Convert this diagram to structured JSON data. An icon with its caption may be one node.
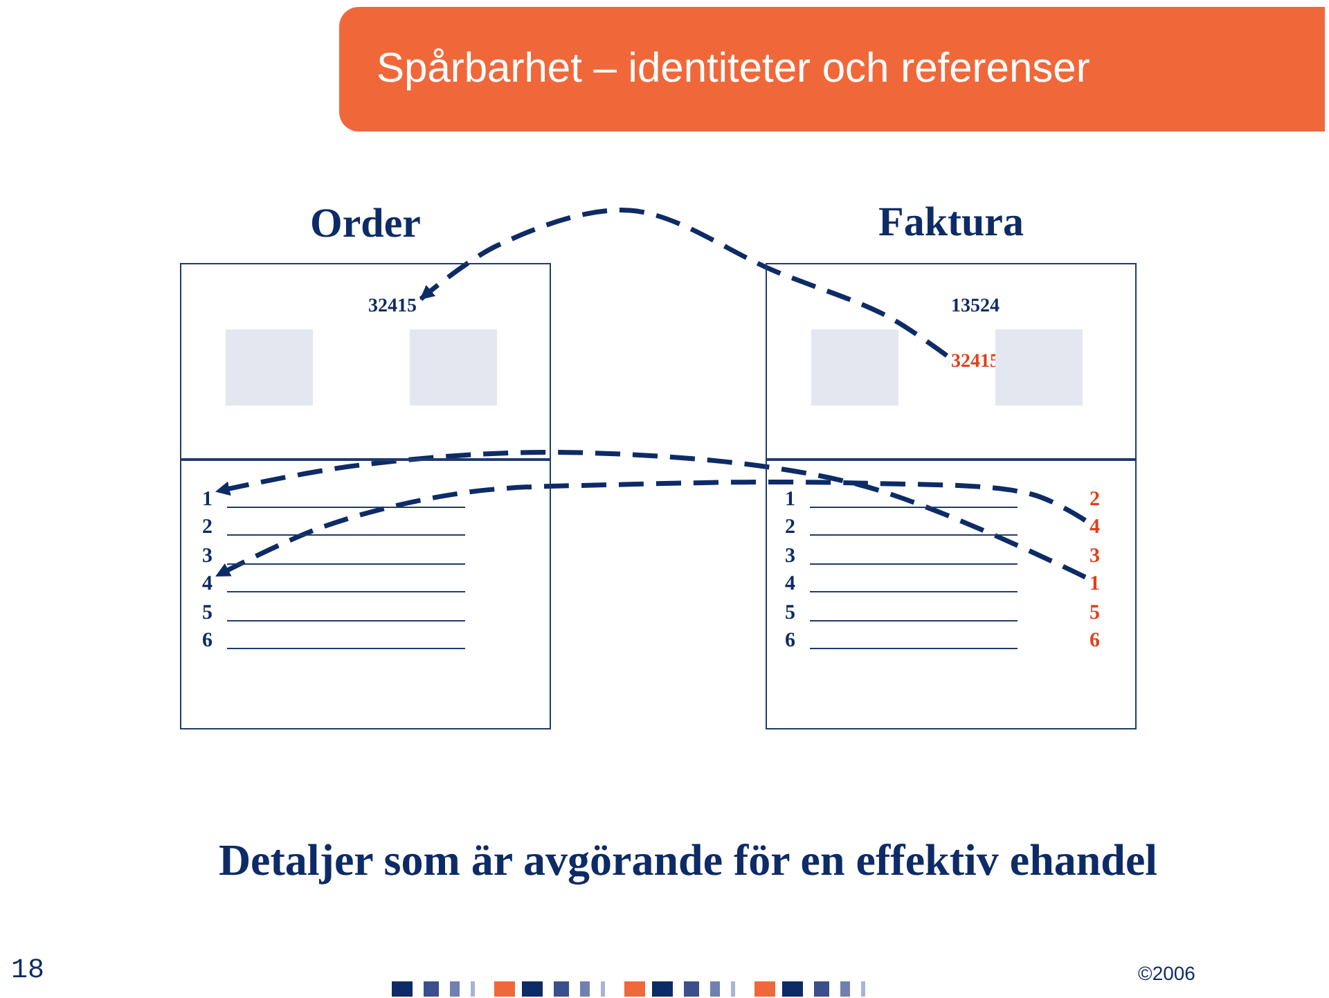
{
  "diagram": {
    "title": "Spårbarhet – identiteter och referenser",
    "caption": "Detaljer som är avgörande för en effektiv ehandel",
    "nodes": [
      {
        "text": [
          "Order"
        ]
      },
      {
        "text": [
          "32415"
        ],
        "in": 0
      },
      {
        "text": [],
        "shape": "box",
        "in": 0
      },
      {
        "text": [],
        "shape": "box",
        "in": 0
      },
      {
        "text": [
          "1"
        ],
        "in": 0
      },
      {
        "text": [
          "2"
        ],
        "in": 0
      },
      {
        "text": [
          "3"
        ],
        "in": 0
      },
      {
        "text": [
          "4"
        ],
        "in": 0
      },
      {
        "text": [
          "5"
        ],
        "in": 0
      },
      {
        "text": [
          "6"
        ],
        "in": 0
      },
      {
        "text": [
          "Faktura"
        ]
      },
      {
        "text": [
          "13524"
        ],
        "in": 10
      },
      {
        "text": [
          "32415"
        ],
        "in": 10
      },
      {
        "text": [],
        "shape": "box",
        "in": 10
      },
      {
        "text": [],
        "shape": "box",
        "in": 10
      },
      {
        "text": [
          "1"
        ],
        "in": 10
      },
      {
        "text": [
          "2"
        ],
        "in": 10
      },
      {
        "text": [
          "3"
        ],
        "in": 10
      },
      {
        "text": [
          "4"
        ],
        "in": 10
      },
      {
        "text": [
          "5"
        ],
        "in": 10
      },
      {
        "text": [
          "6"
        ],
        "in": 10
      },
      {
        "text": [
          "2"
        ],
        "in": 10
      },
      {
        "text": [
          "4"
        ],
        "in": 10
      },
      {
        "text": [
          "3"
        ],
        "in": 10
      },
      {
        "text": [
          "1"
        ],
        "in": 10
      },
      {
        "text": [
          "5"
        ],
        "in": 10
      },
      {
        "text": [
          "6"
        ],
        "in": 10
      }
    ],
    "edges": [
      {
        "from": 12,
        "to": 1,
        "arrow": "to",
        "style": "dashed"
      },
      {
        "from": 22,
        "to": 7,
        "arrow": "to",
        "style": "dashed"
      },
      {
        "from": 24,
        "to": 4,
        "arrow": "to",
        "style": "dashed"
      }
    ],
    "labels": [
      "18",
      "©2006"
    ]
  }
}
